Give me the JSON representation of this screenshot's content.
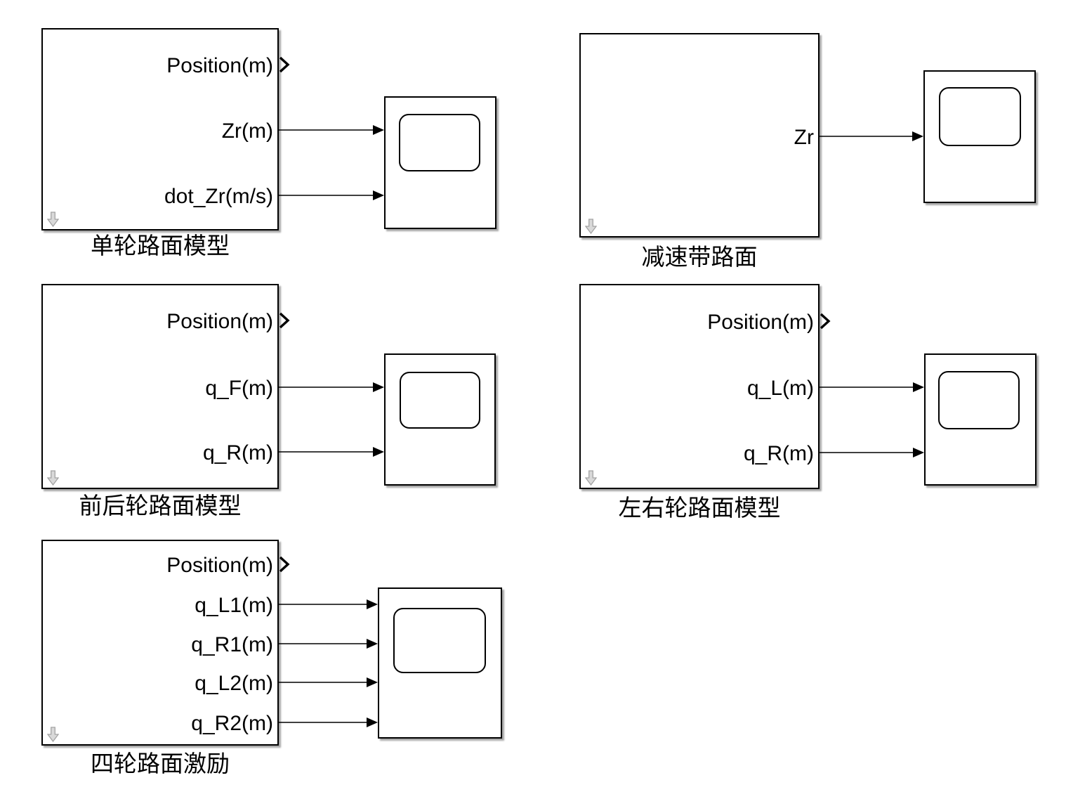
{
  "diagram": {
    "background_color": "#ffffff",
    "wire_color": "#000000",
    "block_border_color": "#000000",
    "link_badge_color": "#d9d9d9",
    "blocks": [
      {
        "caption": "单轮路面模型",
        "badge_icon": "link-down-arrow",
        "ports": [
          {
            "label": "Position(m)",
            "connected": false
          },
          {
            "label": "Zr(m)",
            "connected": true
          },
          {
            "label": "dot_Zr(m/s)",
            "connected": true
          }
        ]
      },
      {
        "caption": "减速带路面",
        "badge_icon": "link-down-arrow",
        "ports": [
          {
            "label": "Zr",
            "connected": true
          }
        ]
      },
      {
        "caption": "前后轮路面模型",
        "badge_icon": "link-down-arrow",
        "ports": [
          {
            "label": "Position(m)",
            "connected": false
          },
          {
            "label": "q_F(m)",
            "connected": true
          },
          {
            "label": "q_R(m)",
            "connected": true
          }
        ]
      },
      {
        "caption": "左右轮路面模型",
        "badge_icon": "link-down-arrow",
        "ports": [
          {
            "label": "Position(m)",
            "connected": false
          },
          {
            "label": "q_L(m)",
            "connected": true
          },
          {
            "label": "q_R(m)",
            "connected": true
          }
        ]
      },
      {
        "caption": "四轮路面激励",
        "badge_icon": "link-down-arrow",
        "ports": [
          {
            "label": "Position(m)",
            "connected": false
          },
          {
            "label": "q_L1(m)",
            "connected": true
          },
          {
            "label": "q_R1(m)",
            "connected": true
          },
          {
            "label": "q_L2(m)",
            "connected": true
          },
          {
            "label": "q_R2(m)",
            "connected": true
          }
        ]
      }
    ],
    "scopes": [
      {
        "icon": "scope-display"
      },
      {
        "icon": "scope-display"
      },
      {
        "icon": "scope-display"
      },
      {
        "icon": "scope-display"
      },
      {
        "icon": "scope-display"
      }
    ]
  }
}
